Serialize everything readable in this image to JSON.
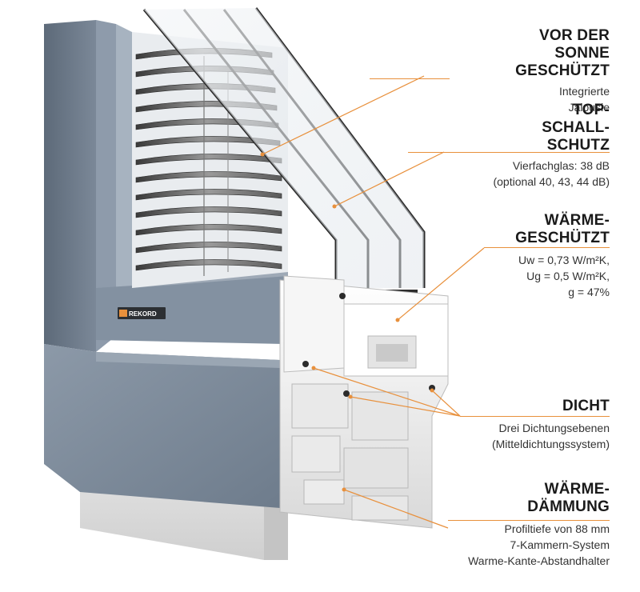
{
  "brand": {
    "badge_text": "REKORD"
  },
  "colors": {
    "accent": "#e8903c",
    "frame": "#7a8898",
    "pvc": "#f2f2f2"
  },
  "callouts": [
    {
      "key": "sun",
      "heading": [
        "VOR DER",
        "SONNE",
        "GESCHÜTZT"
      ],
      "desc": [
        "Integrierte",
        "Jalousie"
      ]
    },
    {
      "key": "sound",
      "heading": [
        "TOP-",
        "SCHALL-",
        "SCHUTZ"
      ],
      "desc": [
        "Vierfachglas: 38 dB",
        "(optional 40, 43, 44 dB)"
      ]
    },
    {
      "key": "heat",
      "heading": [
        "WÄRME-",
        "GESCHÜTZT"
      ],
      "desc": [
        "Uw = 0,73 W/m²K,",
        "Ug = 0,5 W/m²K,",
        "g = 47%"
      ]
    },
    {
      "key": "seal",
      "heading": [
        "DICHT"
      ],
      "desc": [
        "Drei Dichtungsebenen",
        "(Mitteldichtungssystem)"
      ]
    },
    {
      "key": "insul",
      "heading": [
        "WÄRME-",
        "DÄMMUNG"
      ],
      "desc": [
        "Profiltiefe von 88 mm",
        "7-Kammern-System",
        "Warme-Kante-Abstandhalter"
      ]
    }
  ]
}
